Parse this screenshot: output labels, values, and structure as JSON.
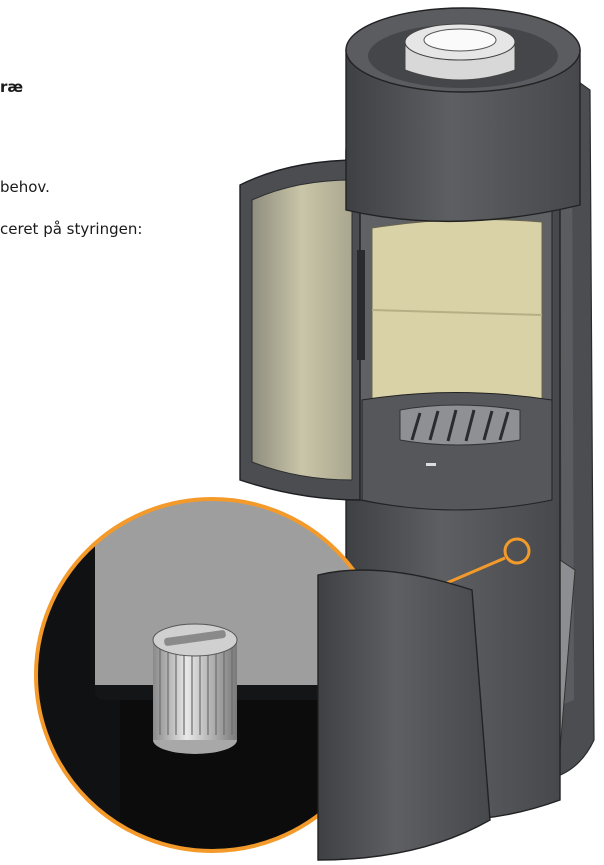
{
  "text": {
    "heading_fragment": "ræ",
    "line1_fragment": "behov.",
    "line2_fragment": "ceret på styringen:"
  },
  "colors": {
    "stove_body": "#54565a",
    "stove_dark": "#3a3c40",
    "glass": "#b8b59a",
    "firebox": "#d9d2a6",
    "callout": "#f39a2a",
    "inset_bg": "#141516",
    "inset_stone": "#9a9a9a",
    "knob": "#d4d4d4"
  },
  "icons": {
    "stove": "wood-stove-illustration",
    "knob": "control-knob",
    "highlight": "callout-circle"
  }
}
